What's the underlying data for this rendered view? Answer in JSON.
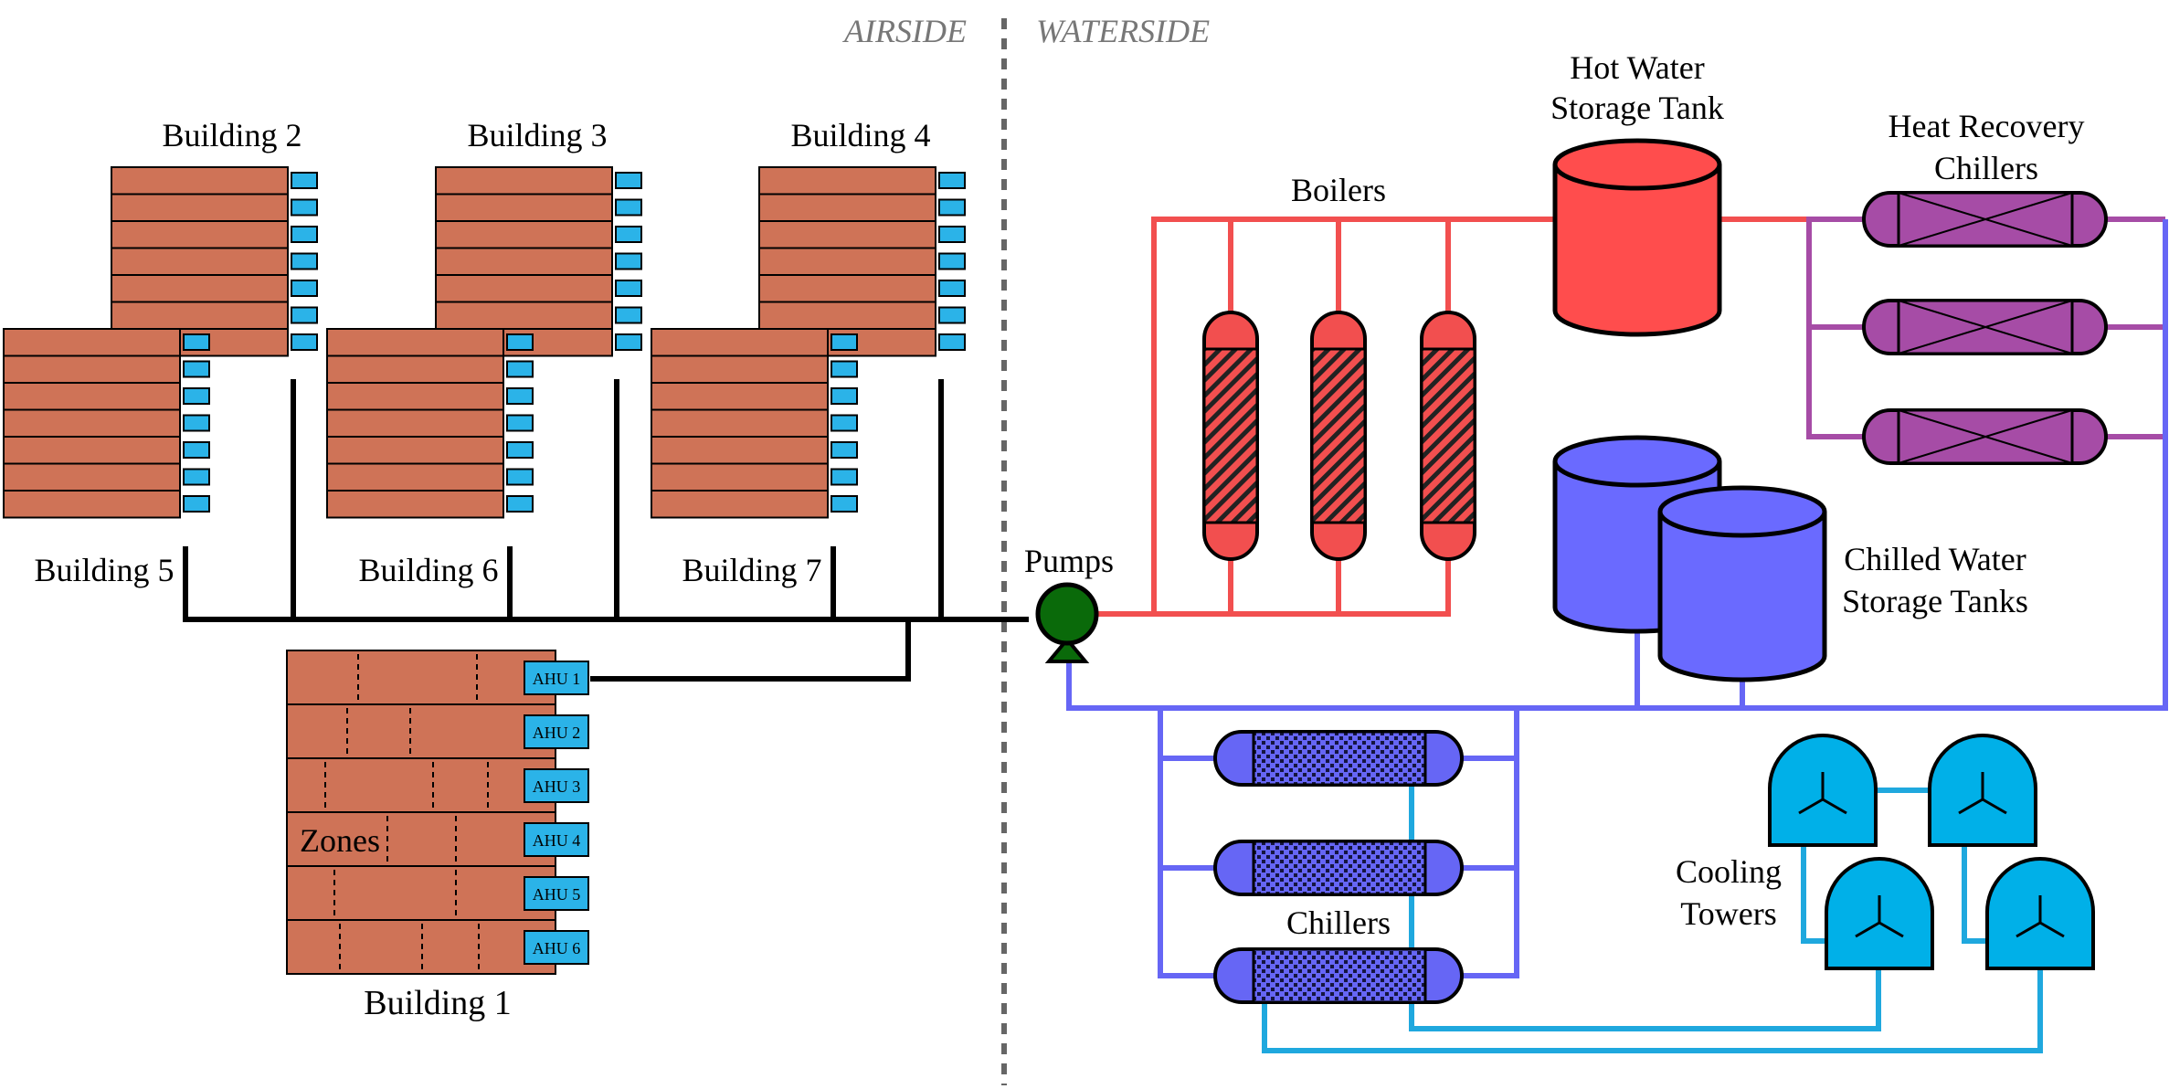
{
  "sections": {
    "airside": "AIRSIDE",
    "waterside": "WATERSIDE"
  },
  "buildings": {
    "b1": "Building 1",
    "b2": "Building 2",
    "b3": "Building 3",
    "b4": "Building 4",
    "b5": "Building 5",
    "b6": "Building 6",
    "b7": "Building 7"
  },
  "zones_label": "Zones",
  "ahus": [
    "AHU 1",
    "AHU 2",
    "AHU 3",
    "AHU 4",
    "AHU 5",
    "AHU 6"
  ],
  "labels": {
    "pumps": "Pumps",
    "boilers": "Boilers",
    "hot_tank_1": "Hot Water",
    "hot_tank_2": "Storage Tank",
    "hrc_1": "Heat Recovery",
    "hrc_2": "Chillers",
    "cold_tanks_1": "Chilled Water",
    "cold_tanks_2": "Storage Tanks",
    "chillers": "Chillers",
    "towers_1": "Cooling",
    "towers_2": "Towers"
  },
  "colors": {
    "building_fill": "#CF7357",
    "ahu_fill": "#2BB3E8",
    "hot_loop": "#F24F4F",
    "hot_tank": "#FF4D4D",
    "heat_recovery": "#A64CA6",
    "chilled_loop": "#6666F5",
    "chilled_tank": "#6A6AFF",
    "condenser_loop": "#1FA8DE",
    "cooling_tower": "#00B0E8",
    "pump": "#0A6A0A",
    "divider": "#666666"
  },
  "icons": [
    "pump-icon",
    "boiler-icon",
    "chiller-icon",
    "heat-recovery-chiller-icon",
    "storage-tank-icon",
    "cooling-tower-icon",
    "ahu-icon"
  ]
}
